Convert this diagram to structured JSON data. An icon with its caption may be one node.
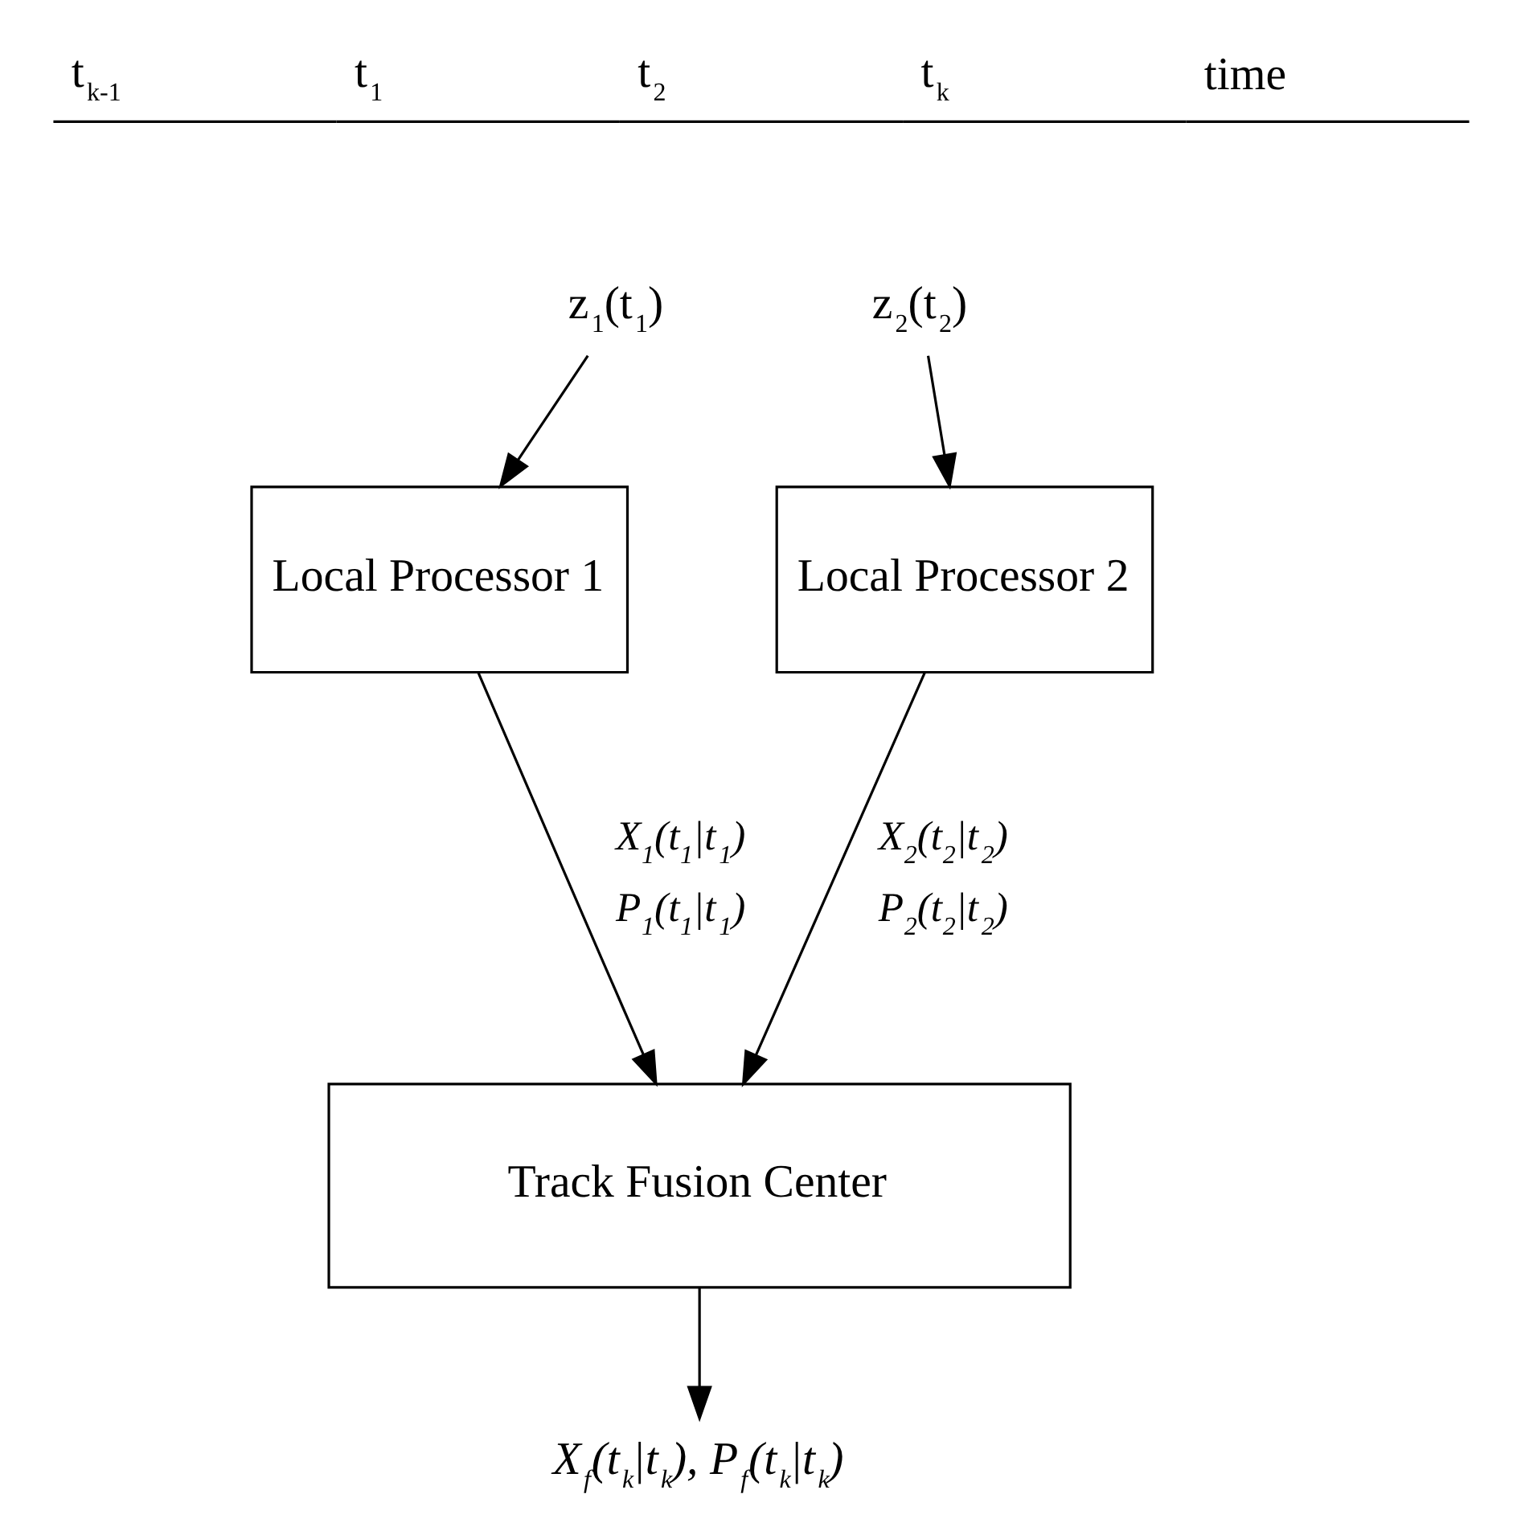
{
  "diagram": {
    "nodes": [
      {
        "text": [
          "z$_{1}$(t$_{1}$)"
        ]
      },
      {
        "text": [
          "z$_{2}$(t$_{2}$)"
        ]
      },
      {
        "text": [
          "Local Processor 1"
        ]
      },
      {
        "text": [
          "Local Processor 2"
        ]
      },
      {
        "text": [
          "Track Fusion Center"
        ]
      },
      {
        "text": [
          "X$_{f}$(t$_{k}$|t$_{k}$), P$_{f}$(t$_{k}$|t$_{k}$)"
        ]
      }
    ],
    "edges": [
      {
        "from": 0,
        "to": 2,
        "arrow": "to"
      },
      {
        "from": 1,
        "to": 3,
        "arrow": "to"
      },
      {
        "from": 2,
        "to": 4,
        "arrow": "to",
        "label": "X$_{1}$(t$_{1}$|t$_{1}$) P$_{1}$(t$_{1}$|t$_{1}$)"
      },
      {
        "from": 3,
        "to": 4,
        "arrow": "to",
        "label": "X$_{2}$(t$_{2}$|t$_{2}$) P$_{2}$(t$_{2}$|t$_{2}$)"
      },
      {
        "from": 4,
        "to": 5,
        "arrow": "to"
      }
    ],
    "labels": [
      "t$_{k-1}$",
      "t$_{1}$",
      "t$_{2}$",
      "t$_{k}$",
      "time"
    ]
  }
}
